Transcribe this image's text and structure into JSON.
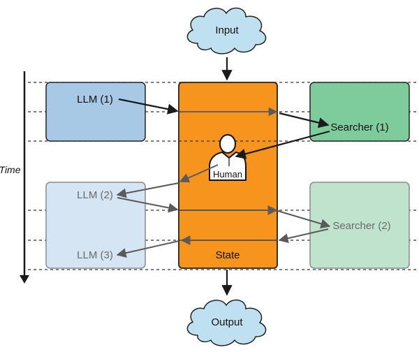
{
  "labels": {
    "input": "Input",
    "output": "Output",
    "time": "Time",
    "llm1": "LLM (1)",
    "llm2": "LLM (2)",
    "llm3": "LLM (3)",
    "searcher1": "Searcher (1)",
    "searcher2": "Searcher (2)",
    "human": "Human",
    "state": "State"
  },
  "colors": {
    "cloud_fill": "#bfe0f0",
    "llm_active_fill": "#a7c9e6",
    "llm_faded_fill": "#d6e5f3",
    "searcher_active_fill": "#7ecb9c",
    "searcher_faded_fill": "#bfe3cc",
    "state_fill": "#f7941d",
    "arrow_dark": "#1a1a1a",
    "arrow_gray": "#5a5a5a"
  }
}
